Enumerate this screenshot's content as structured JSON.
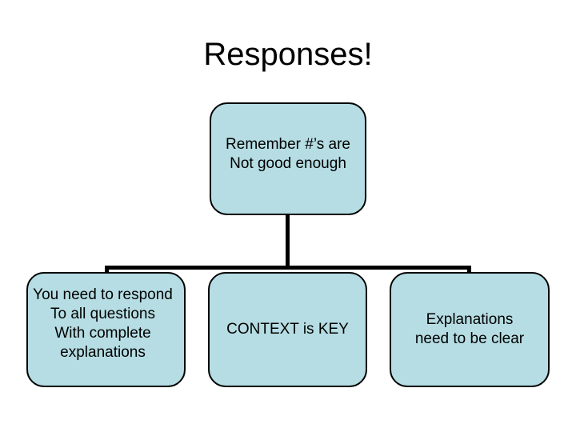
{
  "slide": {
    "title": "Responses!",
    "background_color": "#ffffff",
    "box_fill_color": "#b5dde3",
    "box_border_color": "#000000",
    "text_color": "#000000"
  },
  "diagram": {
    "type": "org-chart",
    "root": {
      "label": "Remember #’s are\nNot good enough"
    },
    "children": [
      {
        "label": "You need to respond\nTo all questions\nWith complete\nexplanations"
      },
      {
        "label": "CONTEXT is KEY"
      },
      {
        "label": "Explanations\nneed to be clear"
      }
    ]
  }
}
